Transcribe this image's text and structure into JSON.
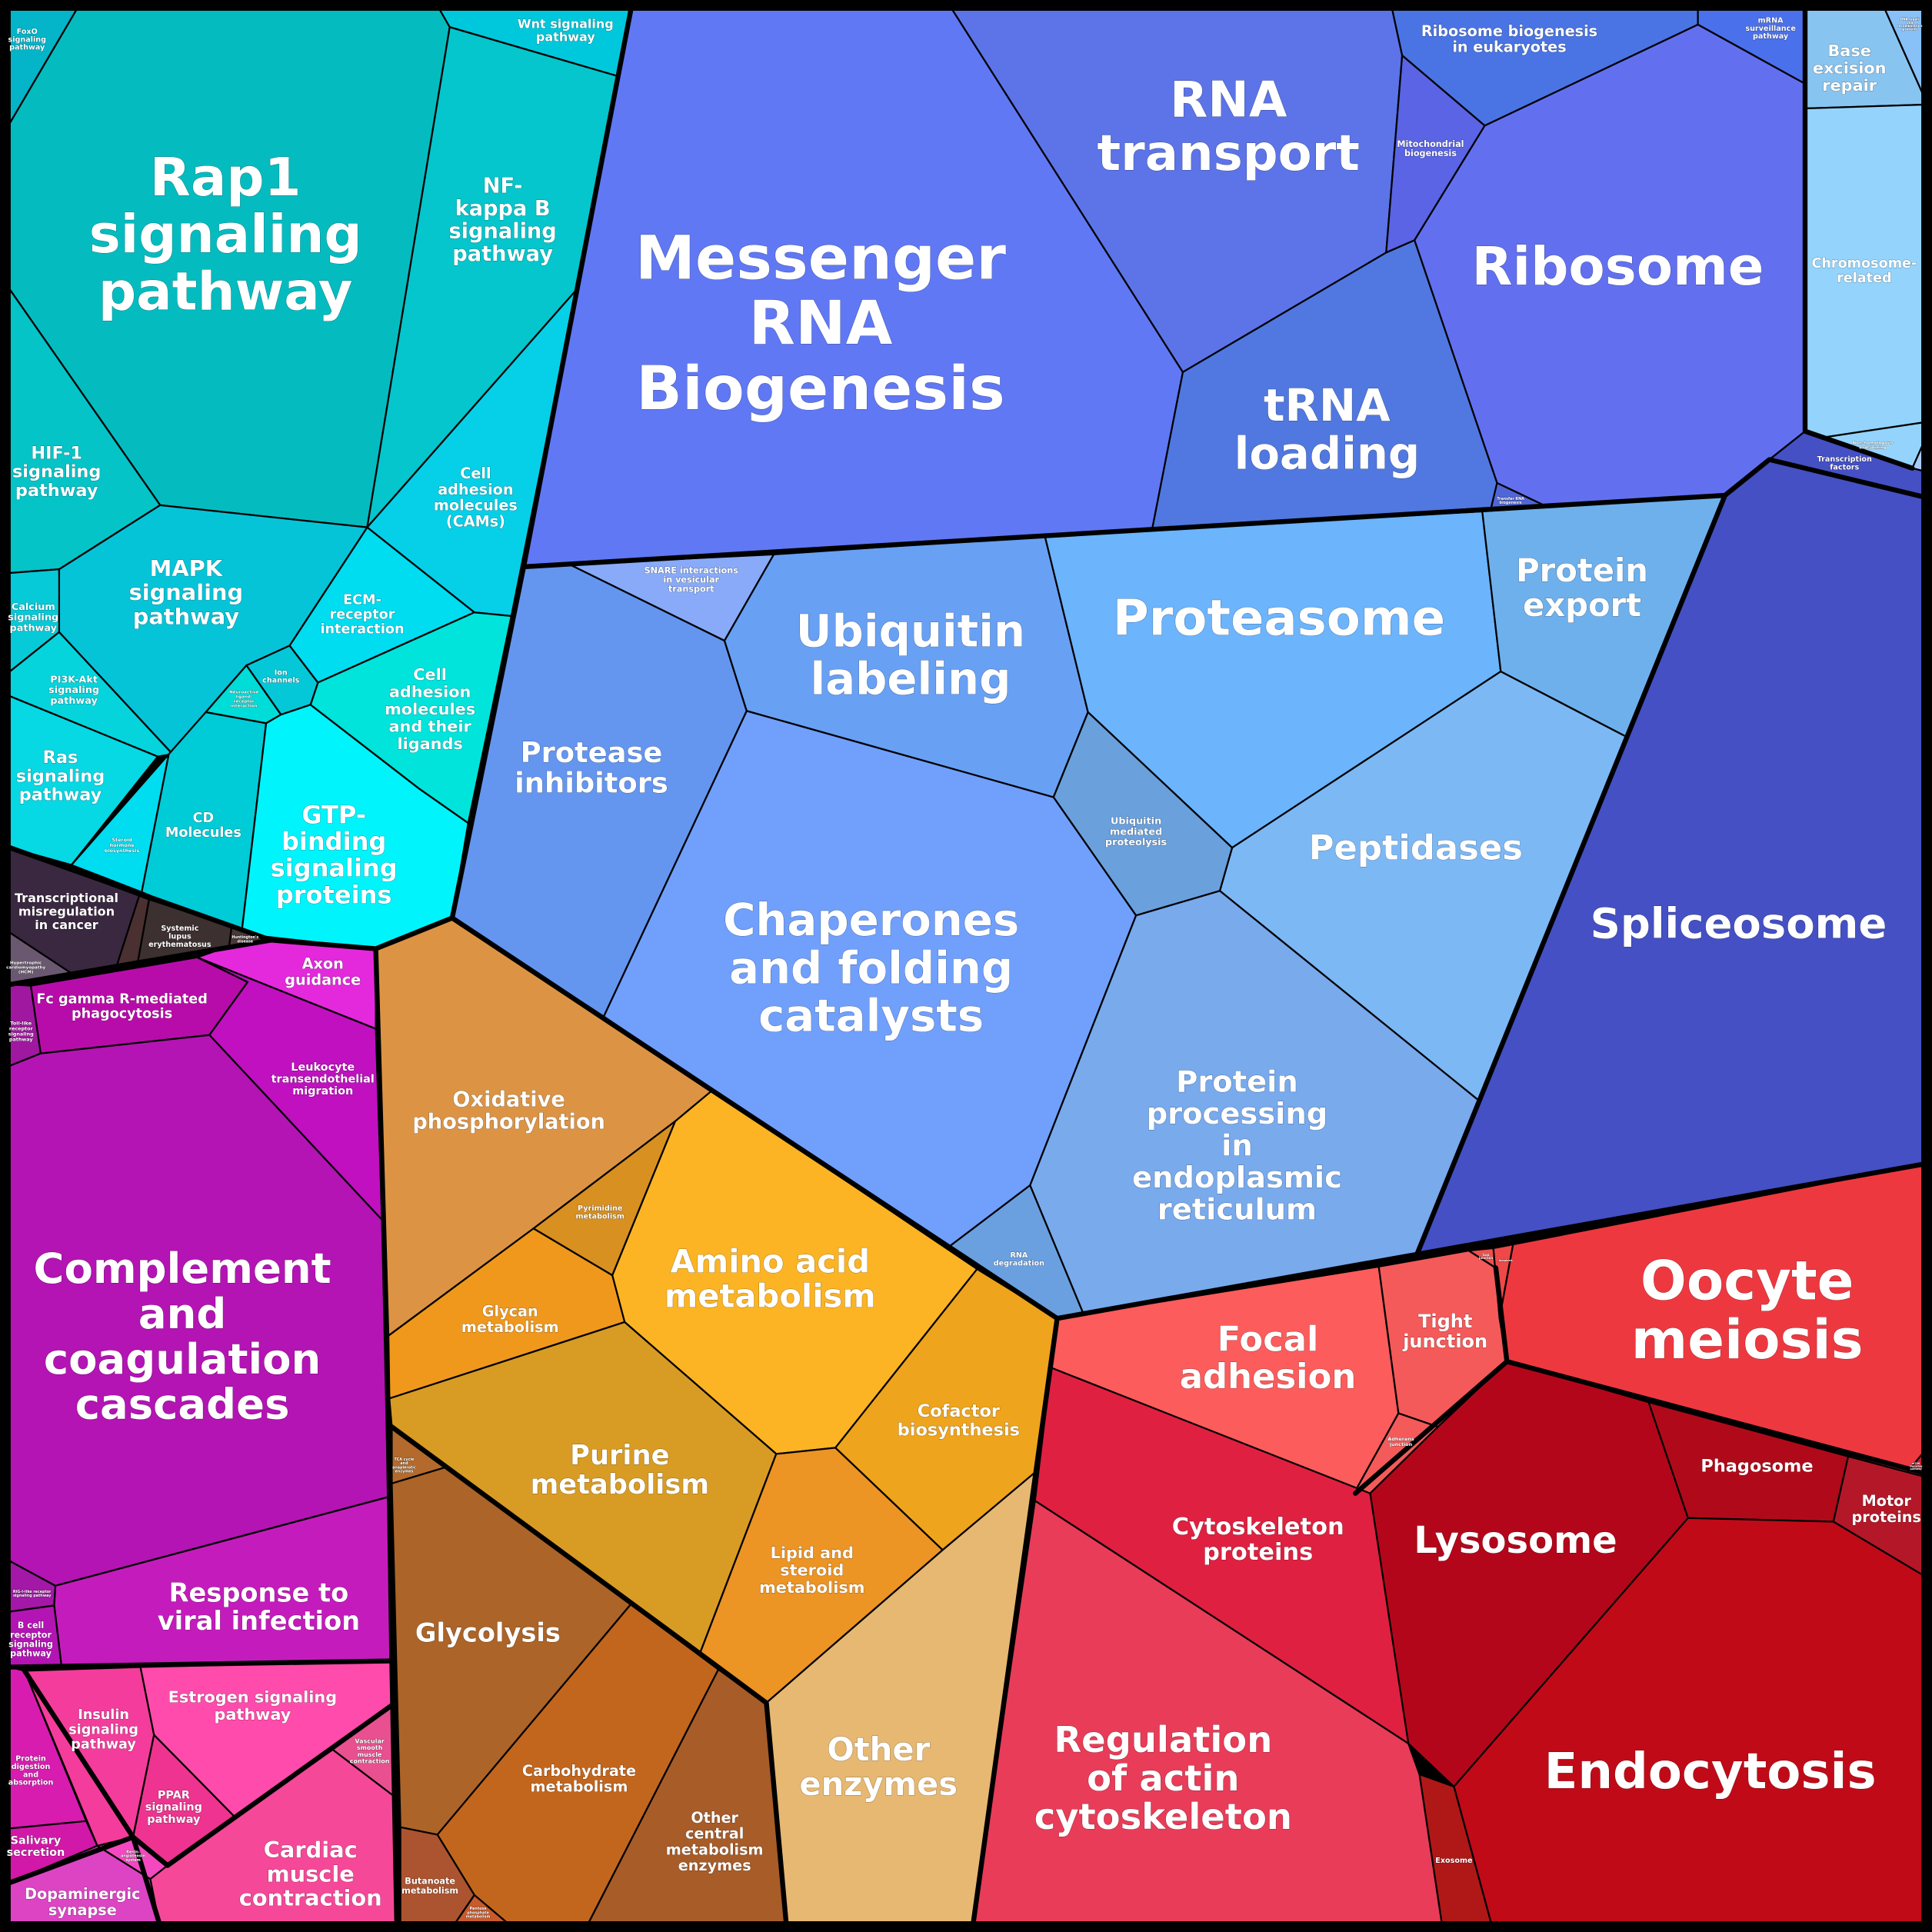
{
  "cells": {
    "foxo": {
      "label": "FoxO\nsignaling\npathway",
      "color": "#04b4c8"
    },
    "rap1": {
      "label": "Rap1\nsignaling\npathway",
      "color": "#04bcc0"
    },
    "wnt": {
      "label": "Wnt signaling\npathway",
      "color": "#00c8dc"
    },
    "nfkb": {
      "label": "NF-\nkappa B\nsignaling\npathway",
      "color": "#04c6cc"
    },
    "cams": {
      "label": "Cell\nadhesion\nmolecules\n(CAMs)",
      "color": "#06d0e8"
    },
    "ecm": {
      "label": "ECM-\nreceptor\ninteraction",
      "color": "#00dcf0"
    },
    "ligands": {
      "label": "Cell\nadhesion\nmolecules\nand their\nligands",
      "color": "#00e4dc"
    },
    "hif1": {
      "label": "HIF-1\nsignaling\npathway",
      "color": "#04c4c8"
    },
    "mapk": {
      "label": "MAPK\nsignaling\npathway",
      "color": "#06c4d8"
    },
    "calcium": {
      "label": "Calcium\nsignaling\npathway",
      "color": "#06cad8"
    },
    "pi3k": {
      "label": "PI3K-Akt\nsignaling\npathway",
      "color": "#06d4dc"
    },
    "ras": {
      "label": "Ras\nsignaling\npathway",
      "color": "#06d8e4"
    },
    "ion": {
      "label": "Ion\nchannels",
      "color": "#04c8d8"
    },
    "neuro": {
      "label": "Neuroactive\nligand-\nreceptor\ninteraction",
      "color": "#00dcd8"
    },
    "steroid": {
      "label": "Steroid\nhormone\nbiosynthesis",
      "color": "#00dcf0"
    },
    "cd": {
      "label": "CD\nMolecules",
      "color": "#00ccd8"
    },
    "gtp": {
      "label": "GTP-\nbinding\nsignaling\nproteins",
      "color": "#00f4fc"
    },
    "transcriptional": {
      "label": "Transcriptional\nmisregulation\nin cancer",
      "color": "#3a2840"
    },
    "hypertrophic": {
      "label": "Hypertrophic\ncardiomyopathy\n(HCM)",
      "color": "#6a5870"
    },
    "darksmall": {
      "label": "",
      "color": "#4a3030"
    },
    "lupus": {
      "label": "Systemic\nlupus\nerythematosus",
      "color": "#3c3030"
    },
    "huntington": {
      "label": "Huntington's\ndisease",
      "color": "#4a3838"
    },
    "axon": {
      "label": "Axon\nguidance",
      "color": "#e428dc"
    },
    "fcgamma": {
      "label": "Fc gamma R-mediated\nphagocytosis",
      "color": "#b80caa"
    },
    "toll": {
      "label": "Toll-like\nreceptor\nsignaling\npathway",
      "color": "#a018a0"
    },
    "leukocyte": {
      "label": "Leukocyte\ntransendothelial\nmigration",
      "color": "#c010c0"
    },
    "complement": {
      "label": "Complement\nand\ncoagulation\ncascades",
      "color": "#b414b4"
    },
    "rigi": {
      "label": "RIG-I-like receptor\nsignaling pathway",
      "color": "#a418a8"
    },
    "viral": {
      "label": "Response to\nviral infection",
      "color": "#c41cbc"
    },
    "bcell": {
      "label": "B cell\nreceptor\nsignaling\npathway",
      "color": "#b414b4"
    },
    "digestion": {
      "label": "Protein\ndigestion\nand\nabsorption",
      "color": "#d81cb0"
    },
    "salivary": {
      "label": "Salivary\nsecretion",
      "color": "#d218a8"
    },
    "dopaminergic": {
      "label": "Dopaminergic\nsynapse",
      "color": "#dc44c4"
    },
    "renin": {
      "label": "Renin-\nangiotensin\nsystem",
      "color": "#f448c0"
    },
    "insulin": {
      "label": "Insulin\nsignaling\npathway",
      "color": "#f43c9c"
    },
    "ppar": {
      "label": "PPAR\nsignaling\npathway",
      "color": "#ee3490"
    },
    "estrogen": {
      "label": "Estrogen signaling\npathway",
      "color": "#ff4cac"
    },
    "vascular": {
      "label": "Vascular\nsmooth\nmuscle\ncontraction",
      "color": "#e85090"
    },
    "cardiac": {
      "label": "Cardiac\nmuscle\ncontraction",
      "color": "#f64898"
    },
    "oxphos": {
      "label": "Oxidative\nphosphorylation",
      "color": "#dc9444"
    },
    "glycan": {
      "label": "Glycan\nmetabolism",
      "color": "#f0981c"
    },
    "pyrimidine": {
      "label": "Pyrimidine\nmetabolism",
      "color": "#d89020"
    },
    "amino": {
      "label": "Amino acid\nmetabolism",
      "color": "#fcb424"
    },
    "cofactor": {
      "label": "Cofactor\nbiosynthesis",
      "color": "#eea41c"
    },
    "purine": {
      "label": "Purine\nmetabolism",
      "color": "#d89c24"
    },
    "lipid": {
      "label": "Lipid and\nsteroid\nmetabolism",
      "color": "#ec9424"
    },
    "otherenz": {
      "label": "Other\nenzymes",
      "color": "#e6b872"
    },
    "tca": {
      "label": "TCA cycle\nand\nanaplerotic\nenzymes",
      "color": "#b46a2c"
    },
    "glycolysis": {
      "label": "Glycolysis",
      "color": "#ac6428"
    },
    "carbohydrate": {
      "label": "Carbohydrate\nmetabolism",
      "color": "#c2661e"
    },
    "othercentral": {
      "label": "Other\ncentral\nmetabolism\nenzymes",
      "color": "#a85c28"
    },
    "butanoate": {
      "label": "Butanoate\nmetabolism",
      "color": "#ac5430"
    },
    "pentose": {
      "label": "Pentose\nphosphate\nmetabolism",
      "color": "#c85a2c"
    },
    "mrnabio": {
      "label": "Messenger\nRNA\nBiogenesis",
      "color": "#6078f4"
    },
    "rnatransport": {
      "label": "RNA\ntransport",
      "color": "#5c74e8"
    },
    "ribobio": {
      "label": "Ribosome biogenesis\nin eukaryotes",
      "color": "#4a74e4"
    },
    "surveillance": {
      "label": "mRNA\nsurveillance\npathway",
      "color": "#4a70ec"
    },
    "mito": {
      "label": "Mitochondrial\nbiogenesis",
      "color": "#5a64e4"
    },
    "ribosome": {
      "label": "Ribosome",
      "color": "#6270f0"
    },
    "trna": {
      "label": "tRNA\nloading",
      "color": "#5078e0"
    },
    "trnabio": {
      "label": "Transfer RNA\nbiogenesis",
      "color": "#5066d8"
    },
    "baseexcision": {
      "label": "Base\nexcision\nrepair",
      "color": "#88c4f0"
    },
    "dnarepair": {
      "label": "DNA repair\nand\nrecombination\nproteins",
      "color": "#88c0f8"
    },
    "chromosome": {
      "label": "Chromosome-\nrelated",
      "color": "#94d4fc"
    },
    "nhej": {
      "label": "Non-homologous\nend-joining",
      "color": "#94d4fc"
    },
    "tinysky": {
      "label": "",
      "color": "#a8ccf8"
    },
    "tf": {
      "label": "Transcription\nfactors",
      "color": "#4450c4"
    },
    "spliceosome": {
      "label": "Spliceosome",
      "color": "#4450c4"
    },
    "snare": {
      "label": "SNARE interactions\nin vesicular\ntransport",
      "color": "#88aaf8"
    },
    "protease": {
      "label": "Protease\ninhibitors",
      "color": "#6496f0"
    },
    "ublabel": {
      "label": "Ubiquitin\nlabeling",
      "color": "#68a0f4"
    },
    "proteasome": {
      "label": "Proteasome",
      "color": "#6cb4fc"
    },
    "export": {
      "label": "Protein\nexport",
      "color": "#6eb0ec"
    },
    "peptidases": {
      "label": "Peptidases",
      "color": "#7cb8f4"
    },
    "ubmediated": {
      "label": "Ubiquitin\nmediated\nproteolysis",
      "color": "#6aa0dc"
    },
    "chaperones": {
      "label": "Chaperones\nand folding\ncatalysts",
      "color": "#70a0fc"
    },
    "er": {
      "label": "Protein\nprocessing\nin\nendoplasmic\nreticulum",
      "color": "#78aaec"
    },
    "rnadeg": {
      "label": "RNA\ndegradation",
      "color": "#6aa0e0"
    },
    "focal": {
      "label": "Focal\nadhesion",
      "color": "#fc5c5c"
    },
    "tight": {
      "label": "Tight\njunction",
      "color": "#f45a5a"
    },
    "gap": {
      "label": "Gap\njunction",
      "color": "#ee5050"
    },
    "apoptosis": {
      "label": "Apoptosis",
      "color": "#ee4848"
    },
    "adherens": {
      "label": "Adherens\njunction",
      "color": "#f45a5a"
    },
    "oocyte": {
      "label": "Oocyte\nmeiosis",
      "color": "#ee3840"
    },
    "lysosome": {
      "label": "Lysosome",
      "color": "#b4061a"
    },
    "phagosome": {
      "label": "Phagosome",
      "color": "#b00a1a"
    },
    "motor": {
      "label": "Motor\nproteins",
      "color": "#b41828"
    },
    "mtor": {
      "label": "mTOR\nsignaling\npathway",
      "color": "#c82030"
    },
    "endocytosis": {
      "label": "Endocytosis",
      "color": "#c00a18"
    },
    "exosome": {
      "label": "Exosome",
      "color": "#b01818"
    },
    "cytoskeleton": {
      "label": "Cytoskeleton\nproteins",
      "color": "#e02040"
    },
    "actin": {
      "label": "Regulation\nof actin\ncytoskeleton",
      "color": "#e83c58"
    }
  }
}
